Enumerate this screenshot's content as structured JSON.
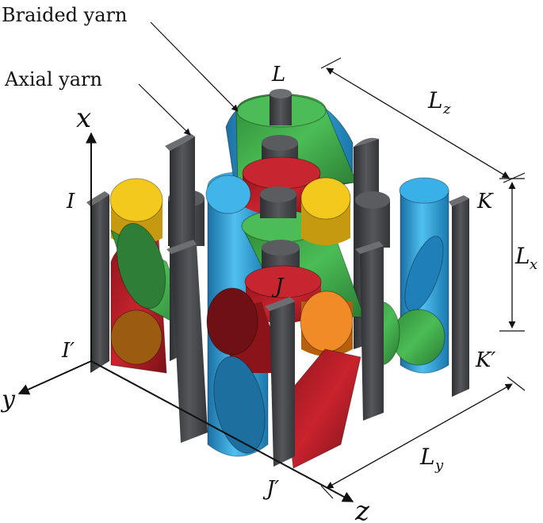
{
  "labels": {
    "braided_yarn": "Braided yarn",
    "axial_yarn": "Axial yarn",
    "x_axis": "x",
    "y_axis": "y",
    "z_axis": "z",
    "pt_L": "L",
    "pt_I": "I",
    "pt_I_prime": "I′",
    "pt_J": "J",
    "pt_J_prime": "J′",
    "pt_K": "K",
    "pt_K_prime": "K′",
    "dim_Lz": "L",
    "dim_Lz_sub": "z",
    "dim_Lx": "L",
    "dim_Lx_sub": "x",
    "dim_Ly": "L",
    "dim_Ly_sub": "y"
  },
  "colors": {
    "axial": "#4a4b4f",
    "axial_dark": "#2c2d30",
    "axial_top": "#6d6e72",
    "green": "#3fa64a",
    "green_dark": "#2d7d36",
    "blue": "#2fa0d8",
    "blue_dark": "#1b74a8",
    "red": "#c0212b",
    "red_dark": "#7e1418",
    "yellow": "#f2c21c",
    "orange": "#ef8a25",
    "brown": "#9a5b12"
  }
}
